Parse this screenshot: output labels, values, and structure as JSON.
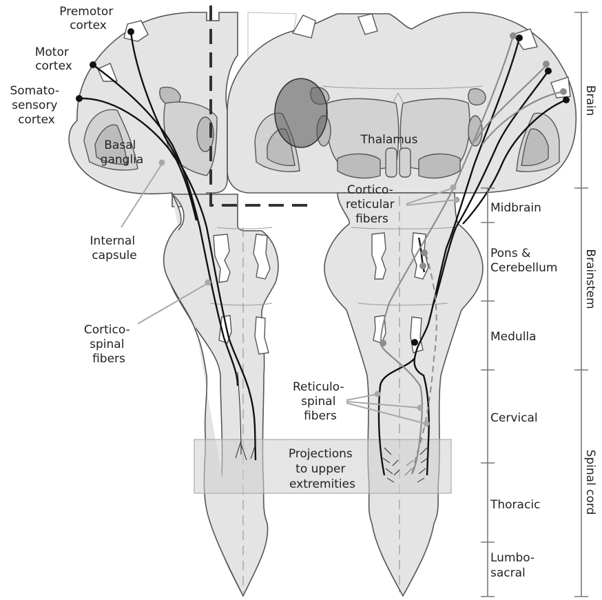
{
  "labels": {
    "premotor": [
      "Premotor",
      "cortex"
    ],
    "motor": [
      "Motor",
      "cortex"
    ],
    "somato": [
      "Somato-",
      "sensory",
      "cortex"
    ],
    "basal": [
      "Basal",
      "ganglia"
    ],
    "internal": [
      "Internal",
      "capsule"
    ],
    "corticospinal": [
      "Cortico-",
      "spinal",
      "fibers"
    ],
    "thalamus": "Thalamus",
    "corticoreticular": [
      "Cortico-",
      "reticular",
      "fibers"
    ],
    "reticulospinal": [
      "Reticulo-",
      "spinal",
      "fibers"
    ],
    "projections": [
      "Projections",
      "to upper",
      "extremities"
    ]
  },
  "regions": {
    "brain": "Brain",
    "brainstem": "Brainstem",
    "spinal_cord": "Spinal cord"
  },
  "levels": {
    "midbrain": "Midbrain",
    "pons": [
      "Pons &",
      "Cerebellum"
    ],
    "medulla": "Medulla",
    "cervical": "Cervical",
    "thoracic": "Thoracic",
    "lumbosacral": [
      "Lumbo-",
      "sacral"
    ]
  },
  "colors": {
    "tissue": "#e4e4e4",
    "outline": "#555555",
    "cortical_fiber": "#111111",
    "reticular_fiber": "#8c8c8c",
    "lesion": "#555555"
  }
}
